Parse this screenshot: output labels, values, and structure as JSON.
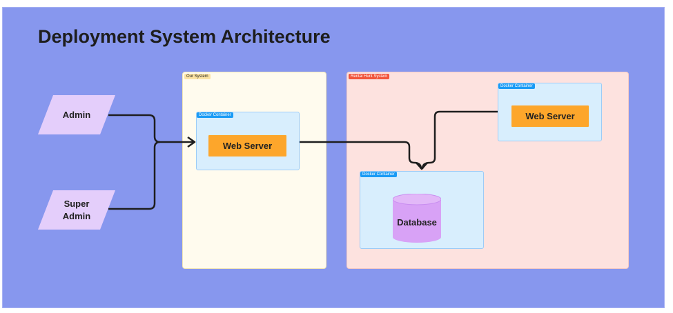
{
  "title": "Deployment System Architecture",
  "actors": [
    {
      "label": "Admin"
    },
    {
      "label": "Super Admin",
      "lines": [
        "Super",
        "Admin"
      ]
    }
  ],
  "our_system": {
    "label": "Our System",
    "container": {
      "label": "Docker Container",
      "service": "Web Server"
    }
  },
  "rental": {
    "label": "Rental Hunt System",
    "web_container": {
      "label": "Docker Container",
      "service": "Web Server"
    },
    "db_container": {
      "label": "Docker Container",
      "service": "Database"
    }
  },
  "colors": {
    "canvas": "#8797EE",
    "actor": "#E4CEFB",
    "our_system": "#FFFBEE",
    "rental": "#FDE2DF",
    "docker": "#D8EEFD",
    "web_server": "#FDA62B",
    "database": "#D8A2F6",
    "rental_tag": "#F2543A",
    "our_tag": "#FCE3A3"
  }
}
